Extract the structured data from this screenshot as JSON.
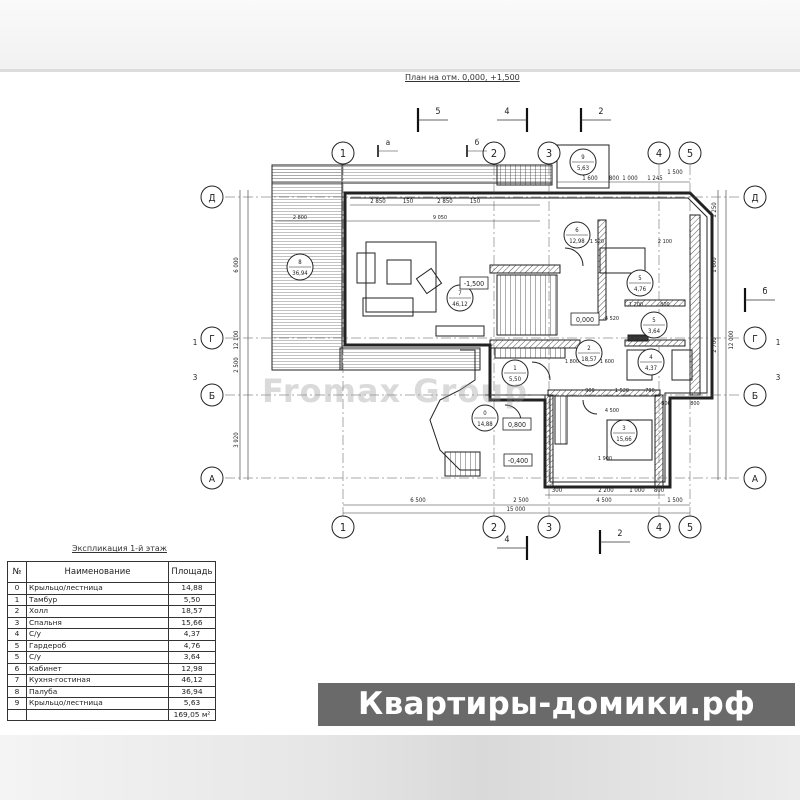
{
  "title": "План на отм. 0,000, +1,500",
  "watermark": "Fromax Group",
  "banner": "Квартиры-домики.рф",
  "axes": {
    "columns": [
      "1",
      "2",
      "3",
      "4",
      "5"
    ],
    "rows": [
      "Д",
      "Г",
      "Б",
      "А"
    ]
  },
  "sections": [
    "5",
    "4",
    "2",
    "а",
    "б",
    "2",
    "4",
    "б",
    "1",
    "3",
    "1",
    "3"
  ],
  "rooms": [
    {
      "num": "8",
      "area": "36,94"
    },
    {
      "num": "7",
      "area": "46,12"
    },
    {
      "num": "6",
      "area": "12,98"
    },
    {
      "num": "5",
      "area": "4,76"
    },
    {
      "num": "5",
      "area": "3,64"
    },
    {
      "num": "4",
      "area": "4,37"
    },
    {
      "num": "2",
      "area": "18,57"
    },
    {
      "num": "1",
      "area": "5,50"
    },
    {
      "num": "0",
      "area": "14,88"
    },
    {
      "num": "3",
      "area": "15,66"
    },
    {
      "num": "9",
      "area": "5,63"
    }
  ],
  "elevations": [
    "-1,500",
    "0,000",
    "0,800",
    "-0,400"
  ],
  "dimensions": {
    "bottom_row1": [
      "300",
      "2 200",
      "1 000",
      "800"
    ],
    "bottom_row2": [
      "6 500",
      "2 500",
      "4 500",
      "1 500"
    ],
    "bottom_total": "15 000",
    "top": [
      "1 600",
      "800",
      "1 000",
      "1 245",
      "1 500"
    ],
    "top_inner": [
      "2 850",
      "150",
      "2 850",
      "150"
    ],
    "interior": [
      "2 800",
      "9 050",
      "1 520",
      "2 100",
      "1 800",
      "1 600",
      "1 200",
      "800",
      "900",
      "1 520",
      "700",
      "4 500",
      "1 900",
      "800",
      "800",
      "4 520"
    ],
    "left": [
      "12 100",
      "6 000",
      "2 500",
      "3 920"
    ],
    "right": [
      "12 000",
      "1 600",
      "2 700",
      "1 250"
    ]
  },
  "explication": {
    "title": "Экспликация 1-й этаж",
    "headers": [
      "№",
      "Наименование",
      "Площадь"
    ],
    "rows": [
      {
        "n": "0",
        "name": "Крыльцо/лестница",
        "area": "14,88"
      },
      {
        "n": "1",
        "name": "Тамбур",
        "area": "5,50"
      },
      {
        "n": "2",
        "name": "Холл",
        "area": "18,57"
      },
      {
        "n": "3",
        "name": "Спальня",
        "area": "15,66"
      },
      {
        "n": "4",
        "name": "С/у",
        "area": "4,37"
      },
      {
        "n": "5",
        "name": "Гардероб",
        "area": "4,76"
      },
      {
        "n": "5",
        "name": "С/у",
        "area": "3,64"
      },
      {
        "n": "6",
        "name": "Кабинет",
        "area": "12,98"
      },
      {
        "n": "7",
        "name": "Кухня-гостиная",
        "area": "46,12"
      },
      {
        "n": "8",
        "name": "Палуба",
        "area": "36,94"
      },
      {
        "n": "9",
        "name": "Крыльцо/лестница",
        "area": "5,63"
      }
    ],
    "total": "169,05 м²"
  }
}
